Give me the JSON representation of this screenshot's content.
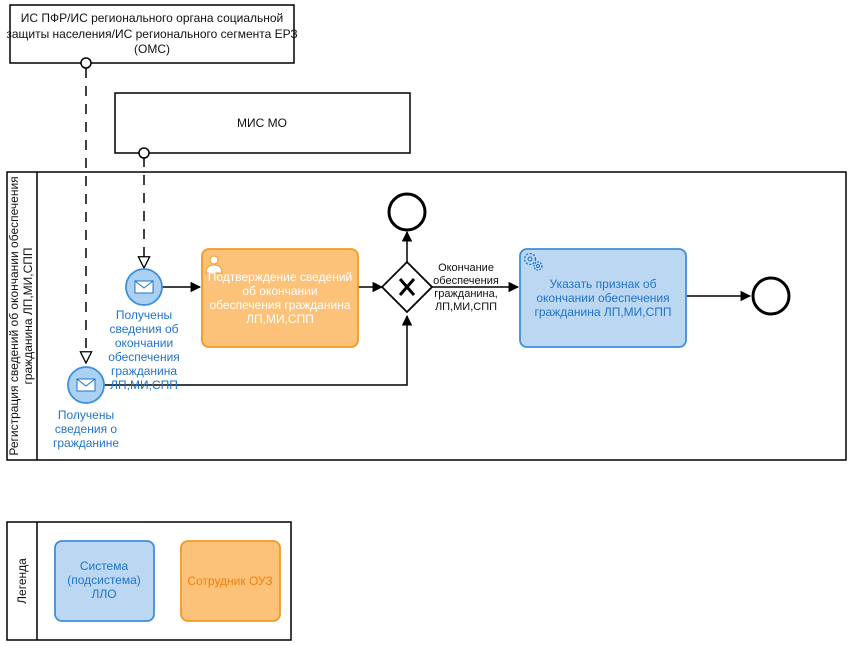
{
  "pools": {
    "top_pool": {
      "label_lines": [
        "ИС ПФР/ИС регионального органа социальной",
        "защиты населения/ИС регионального сегмента ЕРЗ",
        "(ОМС)"
      ]
    },
    "mis_pool": {
      "label": "МИС МО"
    },
    "main_pool": {
      "label_lines": [
        "Регистрация сведений об окончании обеспечения",
        "гражданина ЛП,МИ,СПП"
      ]
    },
    "legend_pool": {
      "label": "Легенда"
    }
  },
  "events": {
    "start_lp": {
      "label_lines": [
        "Получены",
        "сведения об",
        "окончании",
        "обеспечения",
        "гражданина",
        "ЛП,МИ,СПП"
      ]
    },
    "start_citizen": {
      "label_lines": [
        "Получены",
        "сведения о",
        "гражданине"
      ]
    }
  },
  "tasks": {
    "confirm": {
      "label_lines": [
        "Подтверждение сведений",
        "об окончании",
        "обеспечения гражданина",
        "ЛП,МИ,СПП"
      ]
    },
    "set_flag": {
      "label_lines": [
        "Указать признак об",
        "окончании обеспечения",
        "гражданина ЛП,МИ,СПП"
      ]
    }
  },
  "flows": {
    "gateway_out": {
      "label_lines": [
        "Окончание",
        "обеспечения",
        "гражданина,",
        "ЛП,МИ,СПП"
      ]
    }
  },
  "legend": {
    "system": {
      "label_lines": [
        "Система",
        "(подсистема)",
        "ЛЛО"
      ]
    },
    "employee": {
      "label": "Сотрудник ОУЗ"
    }
  },
  "colors": {
    "system_fill": "#bcd7f2",
    "system_stroke": "#3c8fde",
    "employee_fill": "#fcc27a",
    "employee_stroke": "#f39a1f",
    "event_fill": "#aad1f2",
    "event_stroke": "#3c8fde",
    "blue_text": "#1f74c9"
  }
}
